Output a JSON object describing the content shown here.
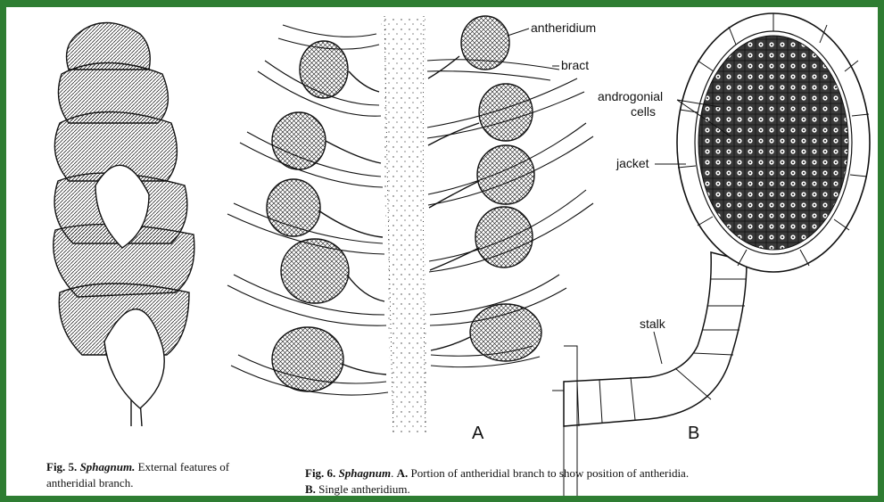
{
  "fig5": {
    "number": "Fig. 5.",
    "genus": "Sphagnum.",
    "text": "External features of antheridial branch."
  },
  "fig6": {
    "number": "Fig. 6.",
    "genus": "Sphagnum",
    "partA": "A.",
    "textA": "Portion of antheridial branch to show position of antheridia.",
    "partB": "B.",
    "textB": "Single antheridium.",
    "panel_labels": {
      "a": "A",
      "b": "B"
    },
    "labels": {
      "antheridium": "antheridium",
      "bract": "bract",
      "androgonial_line1": "androgonial",
      "androgonial_line2": "cells",
      "jacket": "jacket",
      "stalk": "stalk"
    }
  },
  "colors": {
    "border": "#2e7d32",
    "ink": "#111111",
    "paper": "#ffffff"
  }
}
